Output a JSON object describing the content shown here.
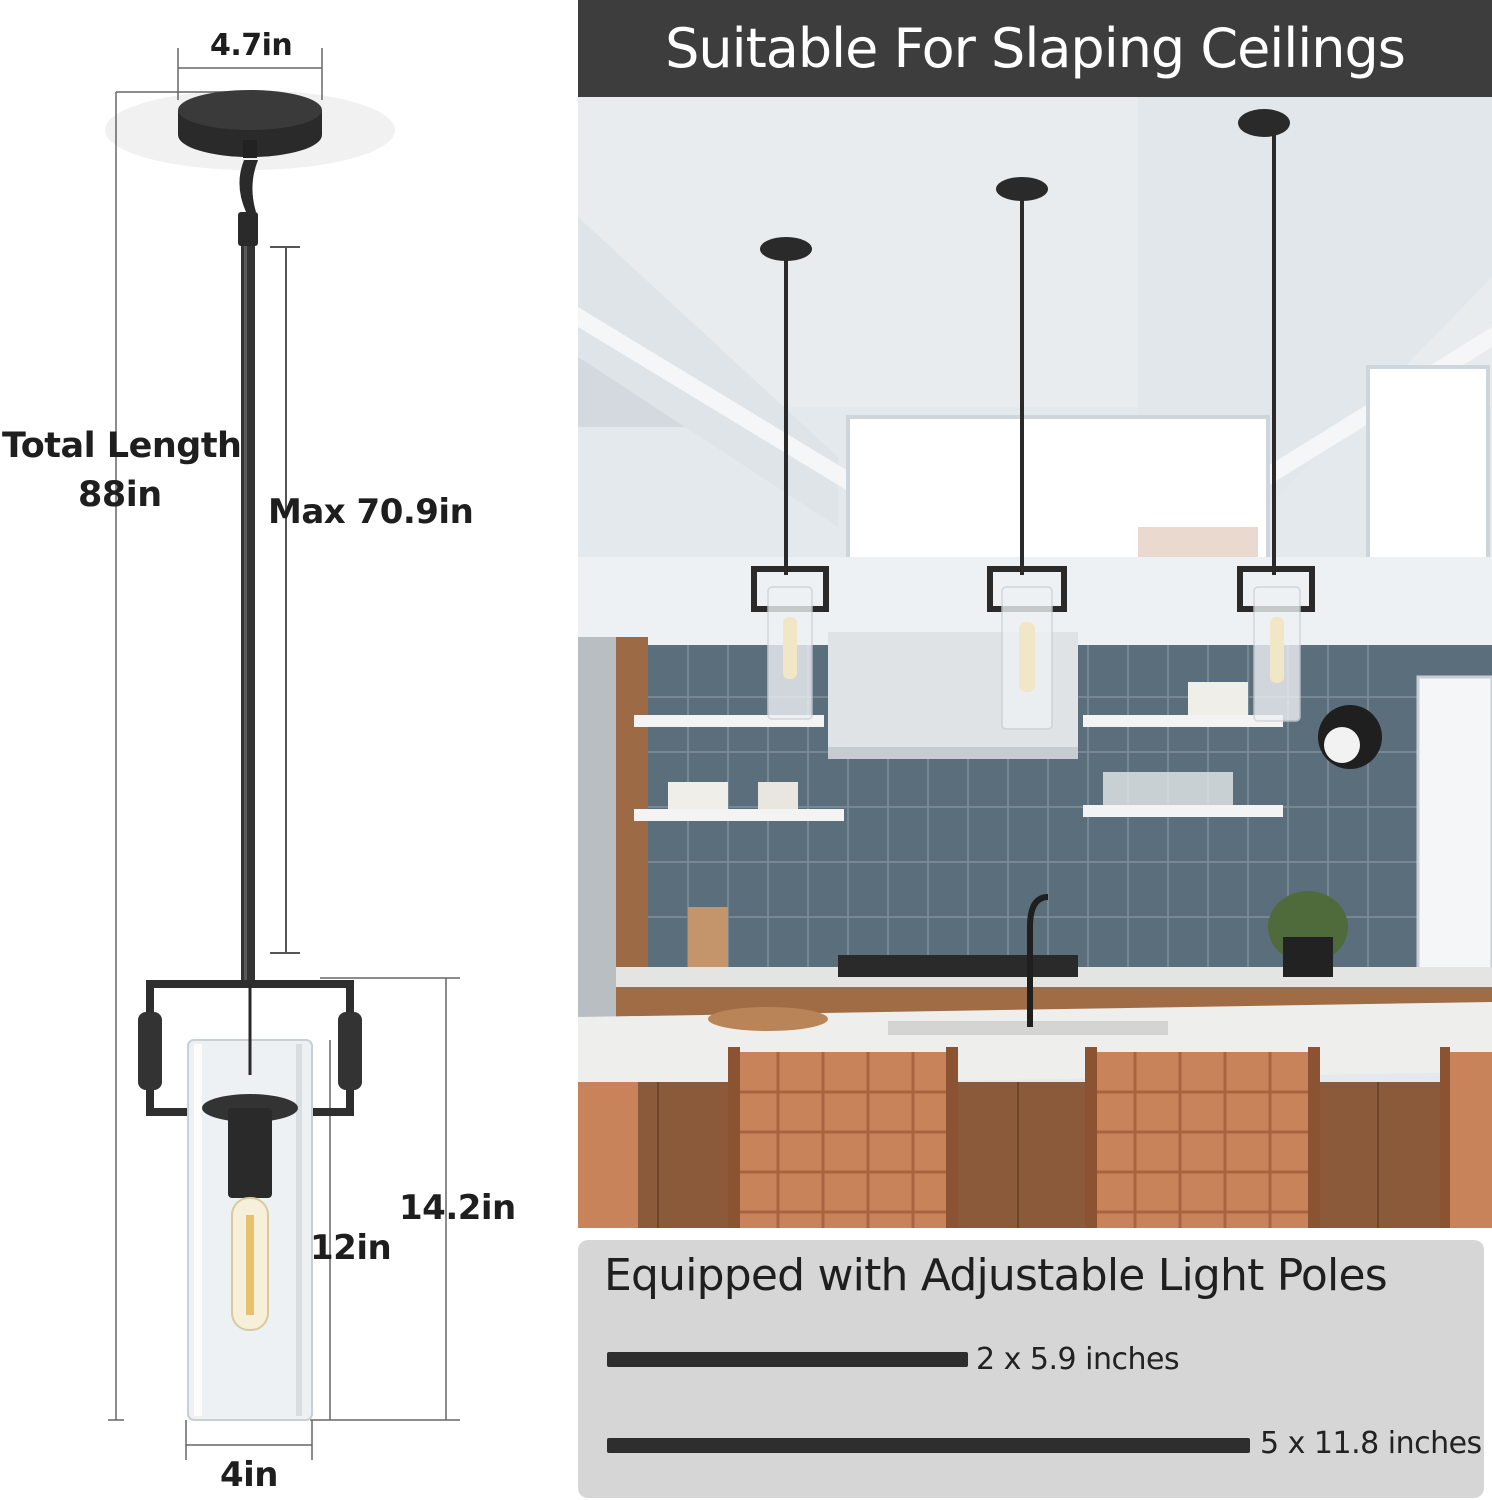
{
  "diagram": {
    "canopy_width": "4.7in",
    "total_length_line1": "Total Length",
    "total_length_line2": "88in",
    "max_rod": "Max 70.9in",
    "fixture_height": "14.2in",
    "shade_height": "12in",
    "shade_width": "4in"
  },
  "banner": {
    "title": "Suitable For Slaping Ceilings"
  },
  "poles": {
    "heading": "Equipped with Adjustable Light Poles",
    "items": [
      {
        "label": "2 x 5.9 inches"
      },
      {
        "label": "5 x 11.8 inches"
      }
    ]
  },
  "colors": {
    "fixture_black": "#2a2a2a",
    "banner_bg": "#3d3d3d",
    "panel_bg": "#d6d6d6",
    "tile_blue": "#5b6e7c",
    "leather": "#c9835a"
  }
}
